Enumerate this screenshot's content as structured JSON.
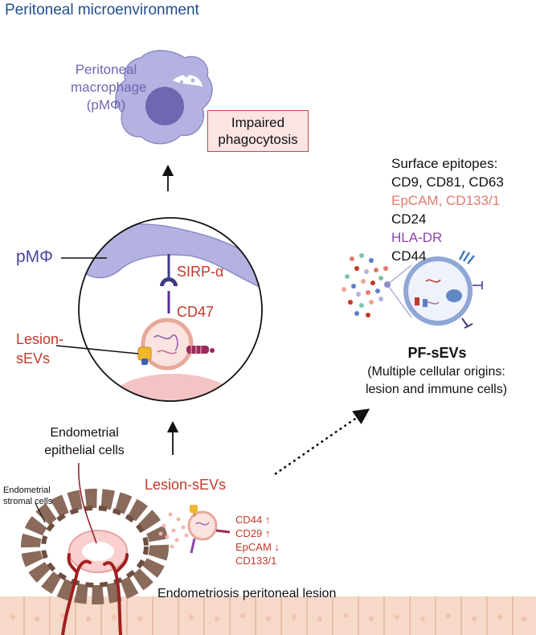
{
  "title": "Peritoneal microenvironment",
  "macrophage_label": [
    "Peritoneal",
    "macrophage",
    "(pMΦ)"
  ],
  "impaired_box": [
    "Impaired",
    "phagocytosis"
  ],
  "zoom": {
    "pm_label": "pMΦ",
    "sirp_label": "SIRP-α",
    "cd47_label": "CD47",
    "lesion_label": [
      "Lesion-",
      "sEVs"
    ]
  },
  "surface": {
    "heading": "Surface epitopes:",
    "line1": "CD9, CD81, CD63",
    "line2": "EpCAM, CD133/1",
    "line3": "CD24",
    "line4": "HLA-DR",
    "line5": "CD44"
  },
  "pfsevs": {
    "title": "PF-sEVs",
    "desc": [
      "(Multiple cellular origins:",
      "lesion and immune cells)"
    ]
  },
  "bottom": {
    "epithelial": [
      "Endometrial",
      "epithelial cells"
    ],
    "stromal": [
      "Endometrial",
      "stromal cells"
    ],
    "lesion_sevs": "Lesion-sEVs",
    "markers": [
      "CD44",
      "CD29",
      "EpCAM",
      "CD133/1"
    ],
    "marker_arrows": [
      "↑",
      "↑",
      "↓",
      ""
    ],
    "lesion_label": "Endometriosis peritoneal lesion"
  },
  "colors": {
    "title": "#1f4e8c",
    "macrophage": "#b4b2e0",
    "red": "#c0392b",
    "purple": "#8e44ad",
    "salmon": "#e07b6f"
  }
}
